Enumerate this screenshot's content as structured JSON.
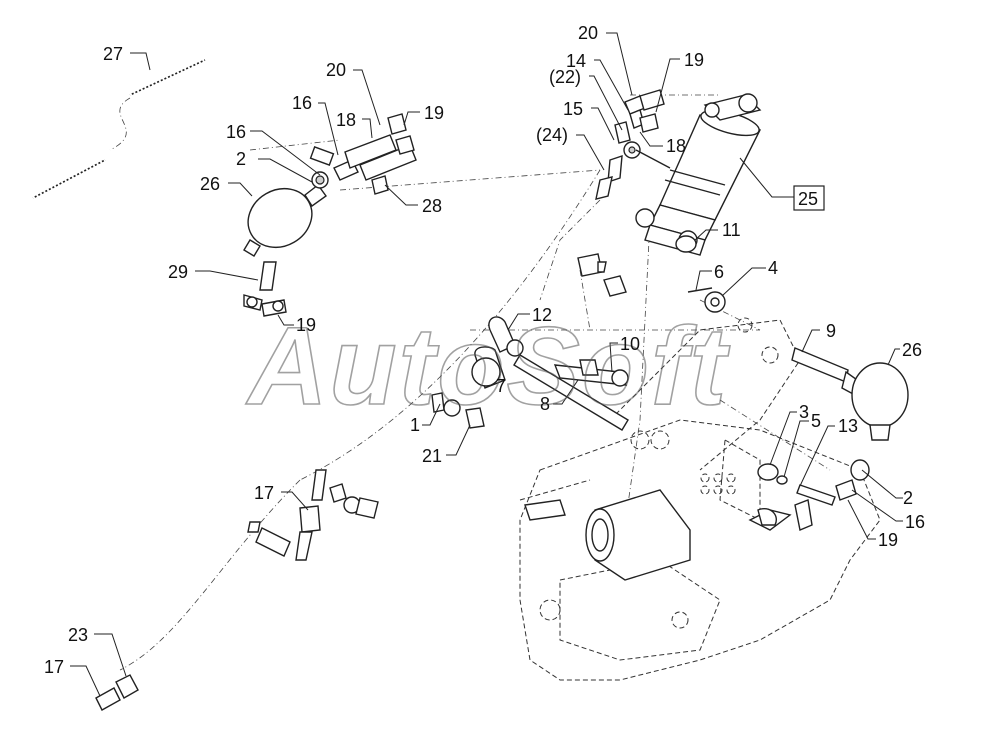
{
  "watermark": "AutoSoft",
  "callouts": [
    "27",
    "20",
    "16",
    "18",
    "19",
    "16",
    "2",
    "26",
    "28",
    "29",
    "19",
    "20",
    "14",
    "(22)",
    "19",
    "15",
    "(24)",
    "18",
    "25",
    "11",
    "6",
    "4",
    "12",
    "10",
    "7",
    "9",
    "26",
    "8",
    "1",
    "21",
    "3",
    "5",
    "13",
    "2",
    "16",
    "19",
    "17",
    "23",
    "17"
  ],
  "boxed_callout": "25",
  "colors": {
    "line": "#222222",
    "background": "#ffffff",
    "watermark": "#555555"
  }
}
